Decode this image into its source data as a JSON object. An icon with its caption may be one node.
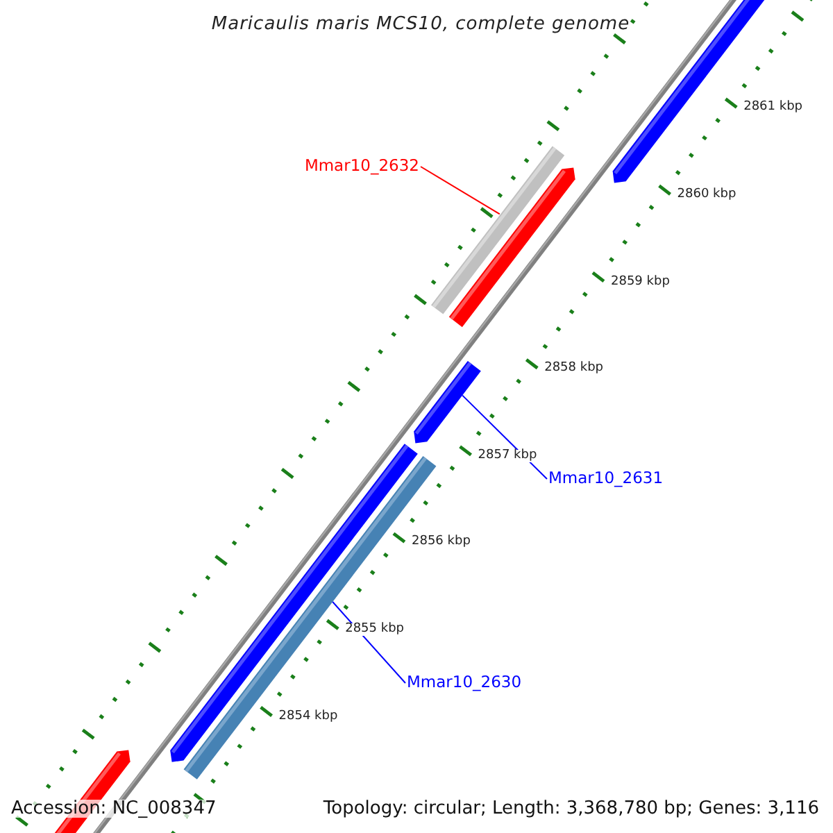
{
  "diagram": {
    "title": "Maricaulis maris MCS10, complete genome",
    "nodes": [
      {
        "text": [
          "Mmar10_2632"
        ]
      },
      {
        "text": [],
        "shape": "bar"
      },
      {
        "text": [
          "Mmar10_2631"
        ]
      },
      {
        "text": [],
        "shape": "bar"
      },
      {
        "text": [
          "Mmar10_2630"
        ]
      },
      {
        "text": [],
        "shape": "bar"
      }
    ],
    "edges": [
      {
        "from": 0,
        "to": 1,
        "arrow": "none",
        "color": "#ff0000"
      },
      {
        "from": 2,
        "to": 3,
        "arrow": "none"
      },
      {
        "from": 4,
        "to": 5,
        "arrow": "none"
      }
    ],
    "labels": [
      "2861 kbp",
      "2860 kbp",
      "2859 kbp",
      "2858 kbp",
      "2857 kbp",
      "2856 kbp",
      "2855 kbp",
      "2854 kbp",
      "Accession: NC_008347",
      "Topology: circular; Length: 3,368,780 bp; Genes: 3,116"
    ]
  }
}
